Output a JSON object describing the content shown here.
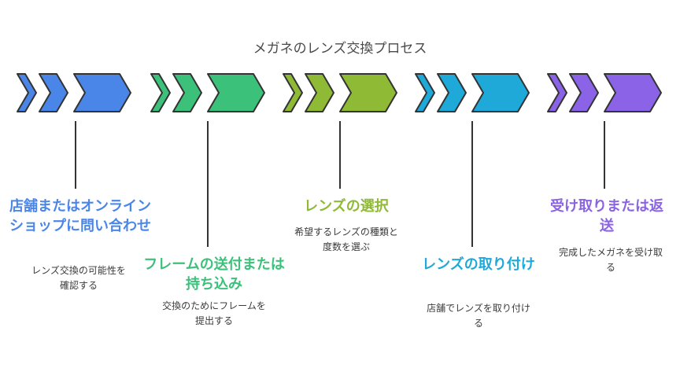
{
  "title": "メガネのレンズ交換プロセス",
  "steps": [
    {
      "heading": "店舗またはオンラインショップに問い合わせ",
      "description": "レンズ交換の可能性を確認する",
      "color": "#4a86e8"
    },
    {
      "heading": "フレームの送付または持ち込み",
      "description": "交換のためにフレームを提出する",
      "color": "#3cc17a"
    },
    {
      "heading": "レンズの選択",
      "description": "希望するレンズの種類と度数を選ぶ",
      "color": "#8fba35"
    },
    {
      "heading": "レンズの取り付け",
      "description": "店舗でレンズを取り付ける",
      "color": "#1fa9d8"
    },
    {
      "heading": "受け取りまたは返送",
      "description": "完成したメガネを受け取る",
      "color": "#8a63e6"
    }
  ]
}
